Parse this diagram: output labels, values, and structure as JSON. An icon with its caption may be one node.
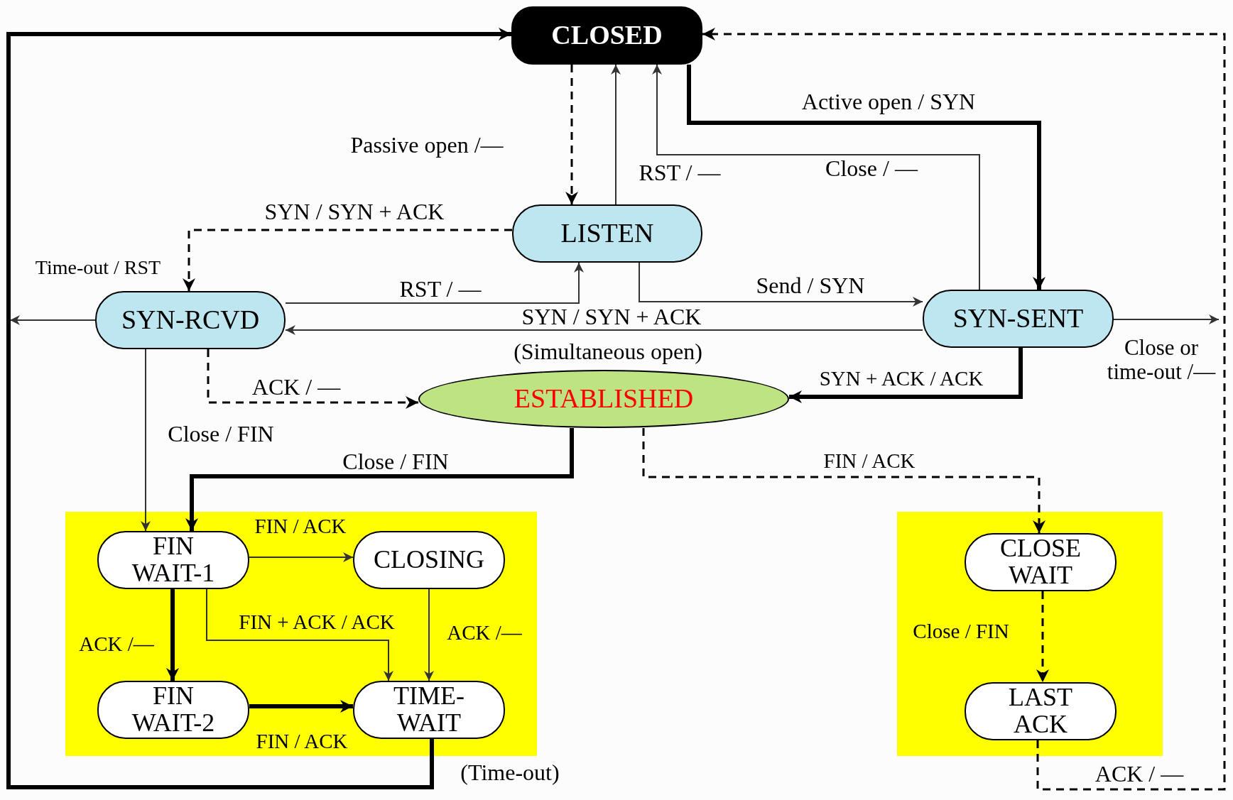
{
  "diagram": {
    "nodes": [
      {
        "text": [
          "CLOSED"
        ]
      },
      {
        "text": [
          "LISTEN"
        ]
      },
      {
        "text": [
          "SYN-RCVD"
        ]
      },
      {
        "text": [
          "SYN-SENT"
        ]
      },
      {
        "text": [
          "ESTABLISHED"
        ]
      },
      {
        "text": [],
        "shape": "box"
      },
      {
        "text": [
          "FIN WAIT-1"
        ],
        "in": 5
      },
      {
        "text": [
          "CLOSING"
        ],
        "in": 5
      },
      {
        "text": [
          "FIN WAIT-2"
        ],
        "in": 5
      },
      {
        "text": [
          "TIME-WAIT"
        ],
        "in": 5
      },
      {
        "text": [],
        "shape": "box"
      },
      {
        "text": [
          "CLOSE WAIT"
        ],
        "in": 10
      },
      {
        "text": [
          "LAST ACK"
        ],
        "in": 10
      }
    ],
    "edges": [
      {
        "from": 0,
        "to": 1,
        "arrow": "to",
        "label": "Passive open /—",
        "style": "dashed"
      },
      {
        "from": 1,
        "to": 0,
        "arrow": "to",
        "label": "RST / —"
      },
      {
        "from": 3,
        "to": 0,
        "arrow": "to",
        "label": "Close / —"
      },
      {
        "from": 0,
        "to": 3,
        "arrow": "to",
        "label": "Active open / SYN",
        "style": "thick"
      },
      {
        "from": 1,
        "to": 2,
        "arrow": "to",
        "label": "SYN / SYN + ACK",
        "style": "dashed"
      },
      {
        "from": 2,
        "to": 1,
        "arrow": "to",
        "label": "RST / —"
      },
      {
        "from": 1,
        "to": 3,
        "arrow": "to",
        "label": "Send / SYN"
      },
      {
        "from": 3,
        "to": 2,
        "arrow": "to",
        "label": "SYN / SYN + ACK"
      },
      {
        "from": 2,
        "to": 4,
        "arrow": "to",
        "label": "ACK / —",
        "style": "dashed"
      },
      {
        "from": 3,
        "to": 4,
        "arrow": "to",
        "label": "SYN + ACK / ACK",
        "style": "thick"
      },
      {
        "from": 2,
        "to": null,
        "arrow": "to",
        "label": "Time-out / RST"
      },
      {
        "from": 3,
        "to": null,
        "arrow": "to",
        "label": "Close or time-out /—"
      },
      {
        "from": 9,
        "to": 0,
        "arrow": "to",
        "label": "(Time-out)",
        "style": "thick"
      },
      {
        "from": 12,
        "to": 0,
        "arrow": "to",
        "label": "ACK / —",
        "style": "dashed"
      },
      {
        "from": 4,
        "to": 6,
        "arrow": "to",
        "label": "Close / FIN",
        "style": "thick"
      },
      {
        "from": 2,
        "to": 6,
        "arrow": "to",
        "label": "Close / FIN"
      },
      {
        "from": 4,
        "to": 11,
        "arrow": "to",
        "label": "FIN / ACK",
        "style": "dashed"
      },
      {
        "from": 6,
        "to": 7,
        "arrow": "to",
        "label": "FIN / ACK"
      },
      {
        "from": 6,
        "to": 8,
        "arrow": "to",
        "label": "ACK /—",
        "style": "thick"
      },
      {
        "from": 6,
        "to": 9,
        "arrow": "to",
        "label": "FIN + ACK / ACK"
      },
      {
        "from": 7,
        "to": 9,
        "arrow": "to",
        "label": "ACK /—"
      },
      {
        "from": 8,
        "to": 9,
        "arrow": "to",
        "label": "FIN / ACK",
        "style": "thick"
      },
      {
        "from": 11,
        "to": 12,
        "arrow": "to",
        "label": "Close / FIN",
        "style": "dashed"
      }
    ],
    "labels": [
      "(Simultaneous open)"
    ]
  }
}
